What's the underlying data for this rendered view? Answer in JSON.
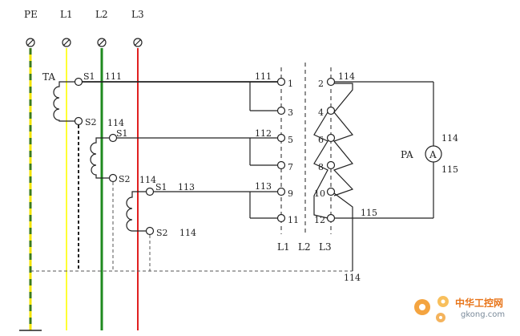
{
  "colors": {
    "wire": "#222222",
    "pe_yellow": "#f5e400",
    "pe_green": "#3a7a1c",
    "l1": "#ffff33",
    "l2": "#1f8a1f",
    "l3": "#e02020",
    "watermark": "#e8751a"
  },
  "bus": {
    "pe": "PE",
    "l1": "L1",
    "l2": "L2",
    "l3": "L3"
  },
  "ct": {
    "ta": "TA",
    "ct1_s1": "S1",
    "ct1_s2": "S2",
    "ct2_s1": "S1",
    "ct2_s2": "S2",
    "ct3_s1": "S1",
    "ct3_s2": "S2"
  },
  "wires": {
    "w111_left": "111",
    "w114_ct1": "114",
    "w114_ct2": "114",
    "w113_left": "113",
    "w114_ct3": "114",
    "w111_right": "111",
    "w112_right": "112",
    "w113_right": "113",
    "w114_top": "114",
    "w115": "115",
    "w114_bottom": "114",
    "w114_meter": "114",
    "w115_meter": "115"
  },
  "terminals": {
    "t1": "1",
    "t3": "3",
    "t5": "5",
    "t7": "7",
    "t9": "9",
    "t11": "11",
    "t2": "2",
    "t4": "4",
    "t6": "6",
    "t8": "8",
    "t10": "10",
    "t12": "12"
  },
  "switch_labels": {
    "l1": "L1",
    "l2": "L2",
    "l3": "L3"
  },
  "meter": {
    "label": "PA",
    "symbol": "A"
  },
  "watermark": {
    "cn": "中华工控网",
    "url": "gkong.com"
  }
}
